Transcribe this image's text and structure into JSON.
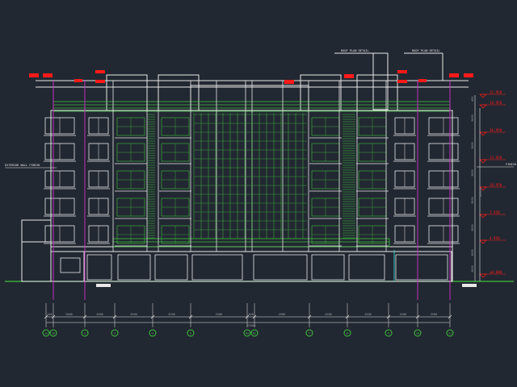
{
  "colors": {
    "background": "#222831",
    "line": "#e8e8e8",
    "green": "#3fbf3f",
    "red": "#ff1a1a",
    "magenta": "#c030c0",
    "cyan": "#30c0c0",
    "dim": "#9aa0a6"
  },
  "top_labels": [
    "ROOF PLAN DETAIL",
    "ROOF PLAN DETAIL"
  ],
  "left_note": "EXTERIOR WALL FINISH",
  "right_note": "FINISH",
  "elevations": [
    "22.950",
    "19.950",
    "16.950",
    "13.950",
    "10.950",
    "7.950",
    "4.950",
    "±0.000"
  ],
  "right_dims": [
    "450",
    "3000",
    "3000",
    "3000",
    "3000",
    "3000",
    "3000",
    "3600",
    "22950"
  ],
  "bottom_dims": [
    "100",
    "2800",
    "4500",
    "4500",
    "4200",
    "4500",
    "300",
    "4500",
    "4500",
    "4500",
    "4200",
    "3500"
  ],
  "total_dim": "53300",
  "grid_axes": [
    "1a",
    "1b",
    "2",
    "3",
    "4",
    "5",
    "6a",
    "6b",
    "7",
    "8",
    "9",
    "10",
    "11"
  ]
}
